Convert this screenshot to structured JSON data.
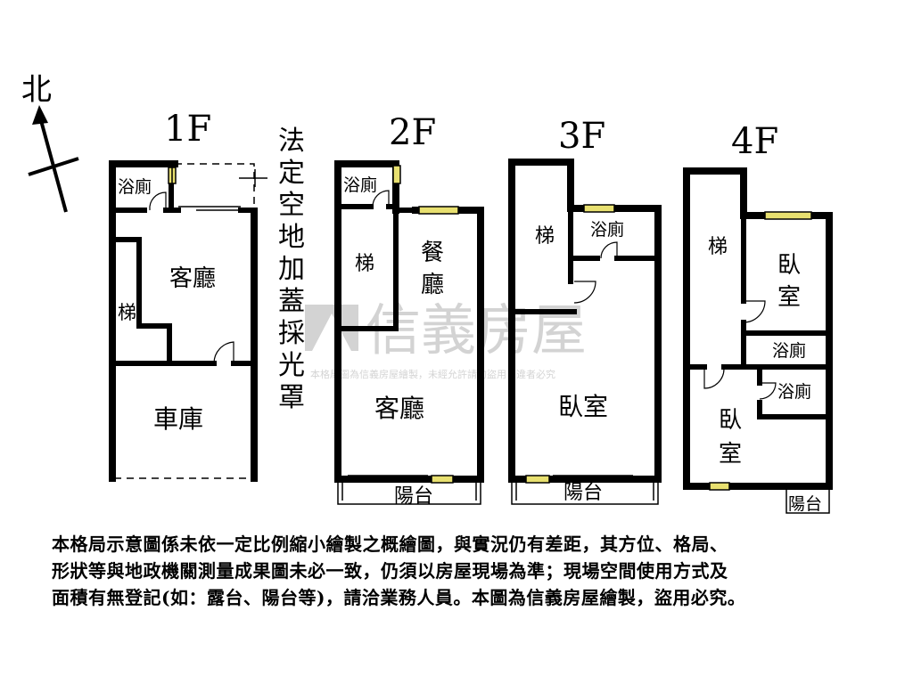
{
  "compass": {
    "label": "北"
  },
  "floors": [
    {
      "label": "1F",
      "rooms": {
        "bath": "浴廁",
        "living": "客廳",
        "stairs": "梯",
        "garage": "車庫"
      },
      "annex": "法定空地加蓋採光罩"
    },
    {
      "label": "2F",
      "rooms": {
        "bath": "浴廁",
        "stairs": "梯",
        "dining": "餐廳",
        "living": "客廳",
        "balcony": "陽台"
      }
    },
    {
      "label": "3F",
      "rooms": {
        "stairs": "梯",
        "bath": "浴廁",
        "bedroom": "臥室",
        "balcony": "陽台"
      }
    },
    {
      "label": "4F",
      "rooms": {
        "stairs": "梯",
        "bedroom1": "臥室",
        "bath1": "浴廁",
        "bath2": "浴廁",
        "bedroom2": "臥室",
        "balcony": "陽台"
      }
    }
  ],
  "watermark": {
    "brand": "信義房屋",
    "notice": "本格局圖為信義房屋繪製，未經允許請勿盜用，違者必究"
  },
  "disclaimer": {
    "line1": "本格局示意圖係未依一定比例縮小繪製之概繪圖，與實況仍有差距，其方位、格局、",
    "line2": "形狀等與地政機關測量成果圖未必一致，仍須以房屋現場為準；現場空間使用方式及",
    "line3": "面積有無登記(如：露台、陽台等)，請洽業務人員。本圖為信義房屋繪製，盜用必究。"
  }
}
